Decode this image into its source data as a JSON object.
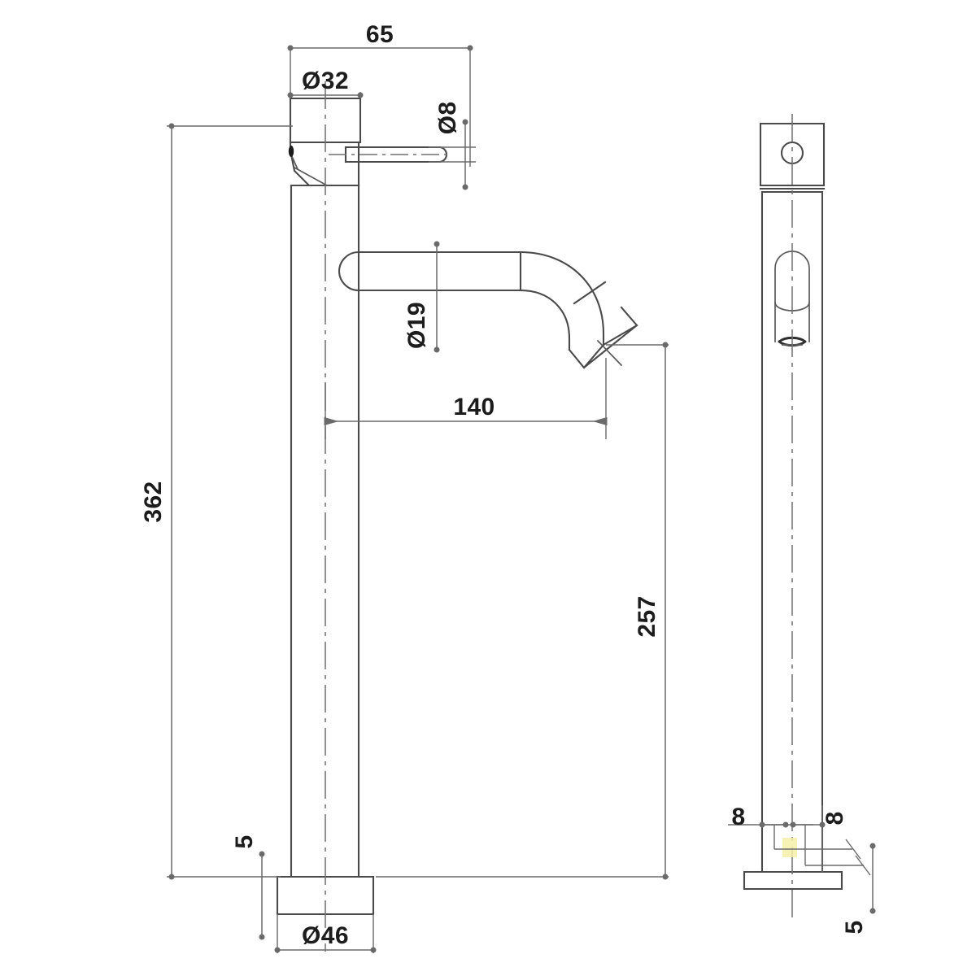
{
  "document": {
    "type": "technical-drawing",
    "subject": "tall basin mixer tap",
    "units": "mm",
    "views": [
      {
        "name": "front-elevation",
        "label": ""
      },
      {
        "name": "side-elevation",
        "label": ""
      }
    ],
    "line_color": "#4a4a4a",
    "dimension_color": "#6a6a6a",
    "text_color": "#1c1c1c",
    "background": "#ffffff"
  },
  "dimensions": {
    "overall_height": "362",
    "spout_height": "257",
    "spout_reach": "140",
    "handle_length": "65",
    "handle_diameter": "Ø32",
    "lever_thickness": "Ø8",
    "spout_tube_diameter": "Ø19",
    "base_diameter": "Ø46",
    "base_thickness_front": "5",
    "base_thickness_side": "5",
    "mount_thickness_a": "8",
    "mount_thickness_b": "8"
  },
  "labels": {
    "d_65": "65",
    "d_32": "Ø32",
    "d_8_lever": "Ø8",
    "d_19": "Ø19",
    "d_140": "140",
    "d_362": "362",
    "d_257": "257",
    "d_5_left": "5",
    "d_46": "Ø46",
    "d_8_left": "8",
    "d_8_right": "8",
    "d_5_right": "5"
  }
}
